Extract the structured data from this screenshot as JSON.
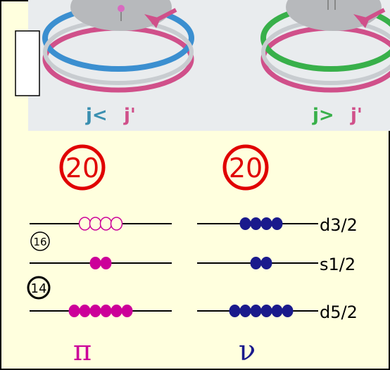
{
  "colors": {
    "panel": "#ffffde",
    "proton": "#cc0099",
    "neutron": "#1a1a8c",
    "ring_blue": "#3b8fd0",
    "ring_green": "#38b04a",
    "ring_pink": "#d0508a",
    "magic": "#e00000",
    "photo_bg": "#e9ecee"
  },
  "photo": {
    "left_labels": {
      "j_lower": "j<",
      "j_prime": "j'"
    },
    "right_labels": {
      "j_upper": "j>",
      "j_prime": "j'"
    }
  },
  "magic_numbers": {
    "proton_shell": "20",
    "neutron_shell": "20"
  },
  "subshell_gaps": {
    "upper": "16",
    "lower": "14"
  },
  "levels": [
    {
      "label": "d3/2",
      "proton_particles": 4,
      "proton_filled": false,
      "neutron_particles": 4
    },
    {
      "label": "s1/2",
      "proton_particles": 2,
      "proton_filled": true,
      "neutron_particles": 2
    },
    {
      "label": "d5/2",
      "proton_particles": 6,
      "proton_filled": true,
      "neutron_particles": 6
    }
  ],
  "columns": {
    "proton_symbol": "π",
    "neutron_symbol": "ν"
  }
}
